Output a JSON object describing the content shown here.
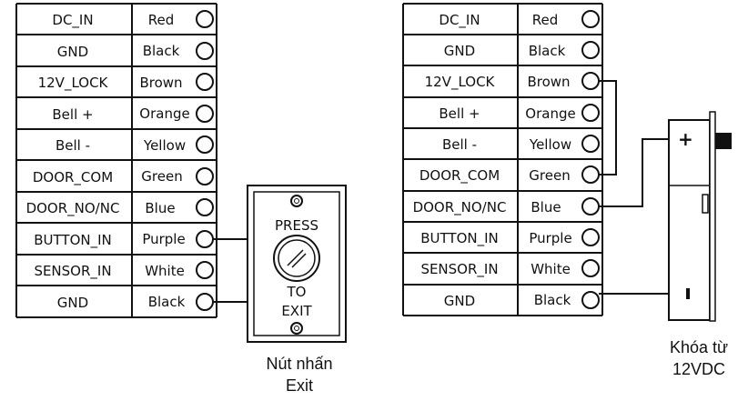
{
  "left_terminal": {
    "rows": [
      {
        "signal": "DC_IN",
        "color": "Red"
      },
      {
        "signal": "GND",
        "color": "Black"
      },
      {
        "signal": "12V_LOCK",
        "color": "Brown"
      },
      {
        "signal": "Bell +",
        "color": "Orange"
      },
      {
        "signal": "Bell -",
        "color": "Yellow"
      },
      {
        "signal": "DOOR_COM",
        "color": "Green"
      },
      {
        "signal": "DOOR_NO/NC",
        "color": "Blue"
      },
      {
        "signal": "BUTTON_IN",
        "color": "Purple"
      },
      {
        "signal": "SENSOR_IN",
        "color": "White"
      },
      {
        "signal": "GND",
        "color": "Black"
      }
    ]
  },
  "right_terminal": {
    "rows": [
      {
        "signal": "DC_IN",
        "color": "Red"
      },
      {
        "signal": "GND",
        "color": "Black"
      },
      {
        "signal": "12V_LOCK",
        "color": "Brown"
      },
      {
        "signal": "Bell +",
        "color": "Orange"
      },
      {
        "signal": "Bell -",
        "color": "Yellow"
      },
      {
        "signal": "DOOR_COM",
        "color": "Green"
      },
      {
        "signal": "DOOR_NO/NC",
        "color": "Blue"
      },
      {
        "signal": "BUTTON_IN",
        "color": "Purple"
      },
      {
        "signal": "SENSOR_IN",
        "color": "White"
      },
      {
        "signal": "GND",
        "color": "Black"
      }
    ]
  },
  "exit_button": {
    "top_text": "PRESS",
    "bottom_line1": "TO",
    "bottom_line2": "EXIT",
    "caption_line1": "Nút nhấn",
    "caption_line2": "Exit"
  },
  "magnetic_lock": {
    "plus_symbol": "+",
    "caption_line1": "Khóa từ",
    "caption_line2": "12VDC"
  }
}
